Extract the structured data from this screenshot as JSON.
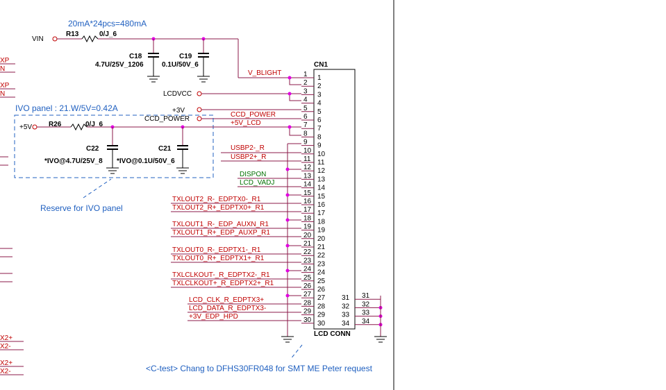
{
  "colors": {
    "wire": "#8b1a4a",
    "net": "#c00000",
    "note": "#2060c0",
    "green": "#007000",
    "dot": "#e000e0"
  },
  "notes": {
    "current": "20mA*24pcs=480mA",
    "ivo_panel": "IVO panel : 21.W/5V=0.42A",
    "reserve": "Reserve for IVO panel",
    "ctest": "<C-test> Chang to DFHS30FR048 for SMT ME Peter request"
  },
  "components": {
    "vin": "VIN",
    "r13_ref": "R13",
    "r13_val": "0/J_6",
    "c18_ref": "C18",
    "c18_val": "4.7U/25V_1206",
    "c19_ref": "C19",
    "c19_val": "0.1U/50V_6",
    "lcdvcc": "LCDVCC",
    "p3v": "+3V",
    "ccd_power_port": "CCD_POWER",
    "p5v": "+5V",
    "r26_ref": "R26",
    "r26_val": "0/J_6",
    "c22_ref": "C22",
    "c22_val": "*IVO@4.7U/25V_8",
    "c21_ref": "C21",
    "c21_val": "*IVO@0.1U/50V_6",
    "cn1_ref": "CN1",
    "cn1_name": "LCD CONN"
  },
  "nets": {
    "v_blight": "V_BLIGHT",
    "ccd_power": "CCD_POWER",
    "p5v_lcd": "+5V_LCD",
    "usbp2n": "USBP2-_R",
    "usbp2p": "USBP2+_R",
    "dispon": "DISPON",
    "lcd_vadj": "LCD_VADJ",
    "txout2n": "TXLOUT2_R-_EDPTX0-_R1",
    "txout2p": "TXLOUT2_R+_EDPTX0+_R1",
    "txout1n": "TXLOUT1_R-_EDP_AUXN_R1",
    "txout1p": "TXLOUT1_R+_EDP_AUXP_R1",
    "txout0n": "TXLOUT0_R-_EDPTX1-_R1",
    "txout0p": "TXLOUT0_R+_EDPTX1+_R1",
    "txclkn": "TXLCLKOUT-_R_EDPTX2-_R1",
    "txclkp": "TXLCLKOUT+_R_EDPTX2+_R1",
    "lcdclk": "LCD_CLK_R_EDPTX3+",
    "lcddata": "LCD_DATA_R_EDPTX3-",
    "hpd": "+3V_EDP_HPD"
  },
  "left_edge": {
    "a": "XP",
    "b": "N",
    "c": "XP",
    "d": "N",
    "e": "X2+",
    "f": "X2-",
    "g": "X2+",
    "h": "X2-"
  },
  "pins_left": [
    "1",
    "2",
    "3",
    "4",
    "5",
    "6",
    "7",
    "8",
    "9",
    "10",
    "11",
    "12",
    "13",
    "14",
    "15",
    "16",
    "17",
    "18",
    "19",
    "20",
    "21",
    "22",
    "23",
    "24",
    "25",
    "26",
    "27",
    "28",
    "29",
    "30"
  ],
  "pins_inner": [
    "1",
    "2",
    "3",
    "4",
    "5",
    "6",
    "7",
    "8",
    "9",
    "10",
    "11",
    "12",
    "13",
    "14",
    "15",
    "16",
    "17",
    "18",
    "19",
    "20",
    "21",
    "22",
    "23",
    "24",
    "25",
    "26",
    "27",
    "28",
    "29",
    "30",
    "31",
    "32",
    "33",
    "34"
  ],
  "pins_right": [
    "31",
    "32",
    "33",
    "34"
  ]
}
